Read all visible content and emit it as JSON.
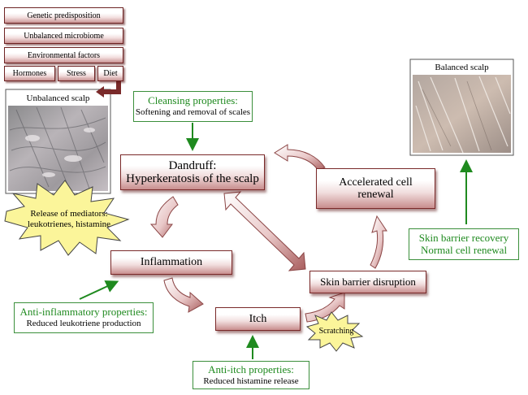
{
  "factors": {
    "genetic": "Genetic predisposition",
    "microbiome": "Unbalanced microbiome",
    "environmental": "Environmental factors",
    "hormones": "Hormones",
    "stress": "Stress",
    "diet": "Diet"
  },
  "unbalanced_scalp_label": "Unbalanced scalp",
  "balanced_scalp_label": "Balanced scalp",
  "cycle": {
    "dandruff": [
      "Dandruff:",
      "Hyperkeratosis of the scalp"
    ],
    "accelerated": [
      "Accelerated cell",
      "renewal"
    ],
    "inflammation": "Inflammation",
    "barrier": "Skin barrier disruption",
    "itch": "Itch"
  },
  "mediators": [
    "Release of mediators:",
    "leukotrienes, histamine"
  ],
  "scratching": "Scratching",
  "cleansing": {
    "title": "Cleansing properties:",
    "desc": "Softening and removal of scales"
  },
  "anti_inflammatory": {
    "title": "Anti-inflammatory properties:",
    "desc": "Reduced leukotriene production"
  },
  "anti_itch": {
    "title": "Anti-itch properties:",
    "desc": "Reduced histamine release"
  },
  "recovery": {
    "line1": "Skin barrier recovery",
    "line2": "Normal cell renewal"
  },
  "colors": {
    "maroon": "#7a2a2a",
    "green": "#1f8a1f",
    "burst": "#fbf59a"
  }
}
